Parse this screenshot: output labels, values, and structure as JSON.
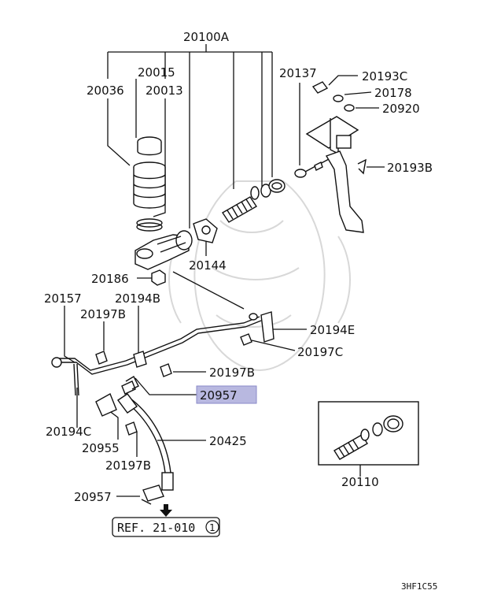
{
  "labels": {
    "l20100A": "20100A",
    "l20015": "20015",
    "l20036": "20036",
    "l20013": "20013",
    "l20137": "20137",
    "l20193C": "20193C",
    "l20178": "20178",
    "l20920": "20920",
    "l20193B": "20193B",
    "l20144": "20144",
    "l20186": "20186",
    "l20157": "20157",
    "l20194B": "20194B",
    "l20197B_a": "20197B",
    "l20194E": "20194E",
    "l20197C": "20197C",
    "l20197B_b": "20197B",
    "l20957_hl": "20957",
    "l20194C": "20194C",
    "l20955": "20955",
    "l20425": "20425",
    "l20197B_c": "20197B",
    "l20110": "20110",
    "l20957_b": "20957"
  },
  "reference": {
    "text": "REF. 21-010",
    "circled_number": "1"
  },
  "diagram_code": "3HF1C55",
  "colors": {
    "highlight_fill": "#b8b8e0",
    "highlight_border": "#8a8ac8",
    "line": "#111111"
  }
}
